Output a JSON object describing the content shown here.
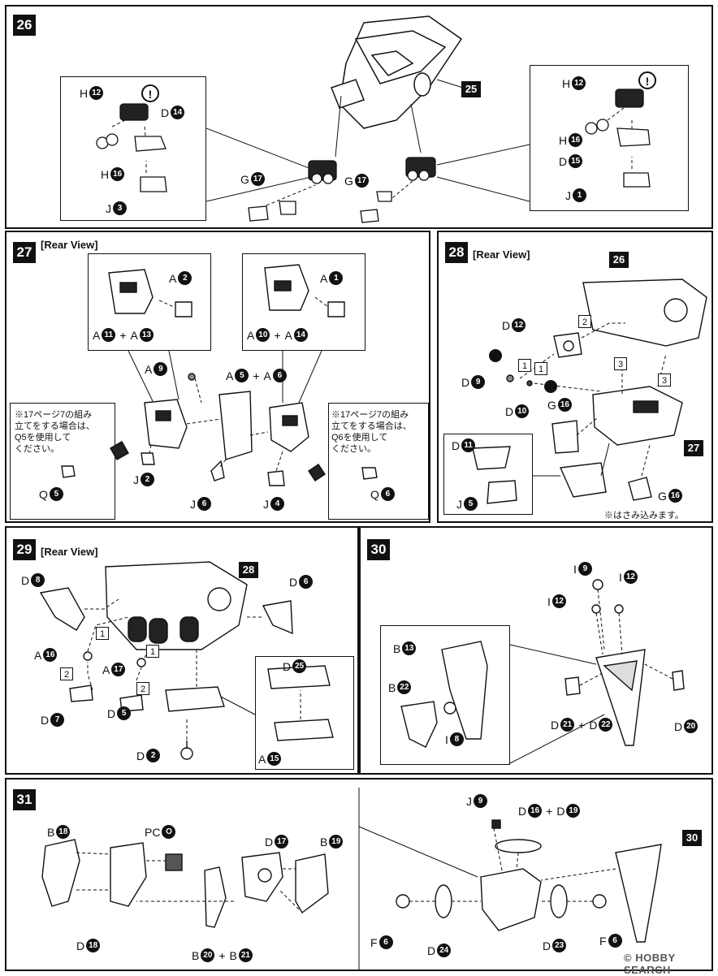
{
  "steps": {
    "s26": {
      "num": "26",
      "ref": "25",
      "left": {
        "h1": "H",
        "h1n": "12",
        "d": "D",
        "dn": "14",
        "h2": "H",
        "h2n": "16",
        "j": "J",
        "jn": "3"
      },
      "mid": {
        "g1": "G",
        "g1n": "17",
        "g2": "G",
        "g2n": "17"
      },
      "right": {
        "h1": "H",
        "h1n": "12",
        "h2": "H",
        "h2n": "16",
        "d": "D",
        "dn": "15",
        "j": "J",
        "jn": "1"
      },
      "warn": "!"
    },
    "s27": {
      "num": "27",
      "view": "[Rear View]",
      "box1": {
        "a": "A",
        "an": "2",
        "a1": "A",
        "a1n": "11",
        "plus": "+",
        "a2": "A",
        "a2n": "13"
      },
      "box2": {
        "a": "A",
        "an": "1",
        "a1": "A",
        "a1n": "10",
        "plus": "+",
        "a2": "A",
        "a2n": "14"
      },
      "a9": "A",
      "a9n": "9",
      "a5": "A",
      "a5n": "5",
      "plus": "+",
      "a6": "A",
      "a6n": "6",
      "j2": "J",
      "j2n": "2",
      "j6": "J",
      "j6n": "6",
      "j4": "J",
      "j4n": "4",
      "noteL": [
        "※17ページ7の組み",
        "立てをする場合は、",
        "Q5を使用して",
        "ください。"
      ],
      "noteR": [
        "※17ページ7の組み",
        "立てをする場合は、",
        "Q6を使用して",
        "ください。"
      ],
      "q5": "Q",
      "q5n": "5",
      "q6": "Q",
      "q6n": "6"
    },
    "s28": {
      "num": "28",
      "view": "[Rear View]",
      "ref26": "26",
      "ref27": "27",
      "d12": "D",
      "d12n": "12",
      "d9": "D",
      "d9n": "9",
      "d10": "D",
      "d10n": "10",
      "g16a": "G",
      "g16an": "16",
      "g16b": "G",
      "g16bn": "16",
      "d11": "D",
      "d11n": "11",
      "j5": "J",
      "j5n": "5",
      "note": "※はさみ込みます。",
      "seq": [
        "1",
        "1",
        "2",
        "3",
        "3"
      ]
    },
    "s29": {
      "num": "29",
      "view": "[Rear View]",
      "ref": "28",
      "d8": "D",
      "d8n": "8",
      "d6": "D",
      "d6n": "6",
      "a16": "A",
      "a16n": "16",
      "a17": "A",
      "a17n": "17",
      "d7": "D",
      "d7n": "7",
      "d5": "D",
      "d5n": "5",
      "d2": "D",
      "d2n": "2",
      "d25": "D",
      "d25n": "25",
      "a15": "A",
      "a15n": "15",
      "seq": [
        "1",
        "2",
        "1",
        "2"
      ]
    },
    "s30": {
      "num": "30",
      "i9": "I",
      "i9n": "9",
      "i12a": "I",
      "i12an": "12",
      "i12b": "I",
      "i12bn": "12",
      "b13": "B",
      "b13n": "13",
      "b22": "B",
      "b22n": "22",
      "i8": "I",
      "i8n": "8",
      "d21": "D",
      "d21n": "21",
      "plus": "+",
      "d22": "D",
      "d22n": "22",
      "d20": "D",
      "d20n": "20"
    },
    "s31": {
      "num": "31",
      "b18": "B",
      "b18n": "18",
      "pc": "PC",
      "pcn": "O",
      "d17": "D",
      "d17n": "17",
      "b19": "B",
      "b19n": "19",
      "d18": "D",
      "d18n": "18",
      "b20": "B",
      "b20n": "20",
      "plus": "+",
      "b21": "B",
      "b21n": "21",
      "j9": "J",
      "j9n": "9",
      "d16": "D",
      "d16n": "16",
      "plus2": "+",
      "d19": "D",
      "d19n": "19",
      "ref30": "30",
      "f6a": "F",
      "f6an": "6",
      "d24": "D",
      "d24n": "24",
      "d23": "D",
      "d23n": "23",
      "f6b": "F",
      "f6bn": "6"
    }
  },
  "watermark": "© HOBBY SEARCH"
}
